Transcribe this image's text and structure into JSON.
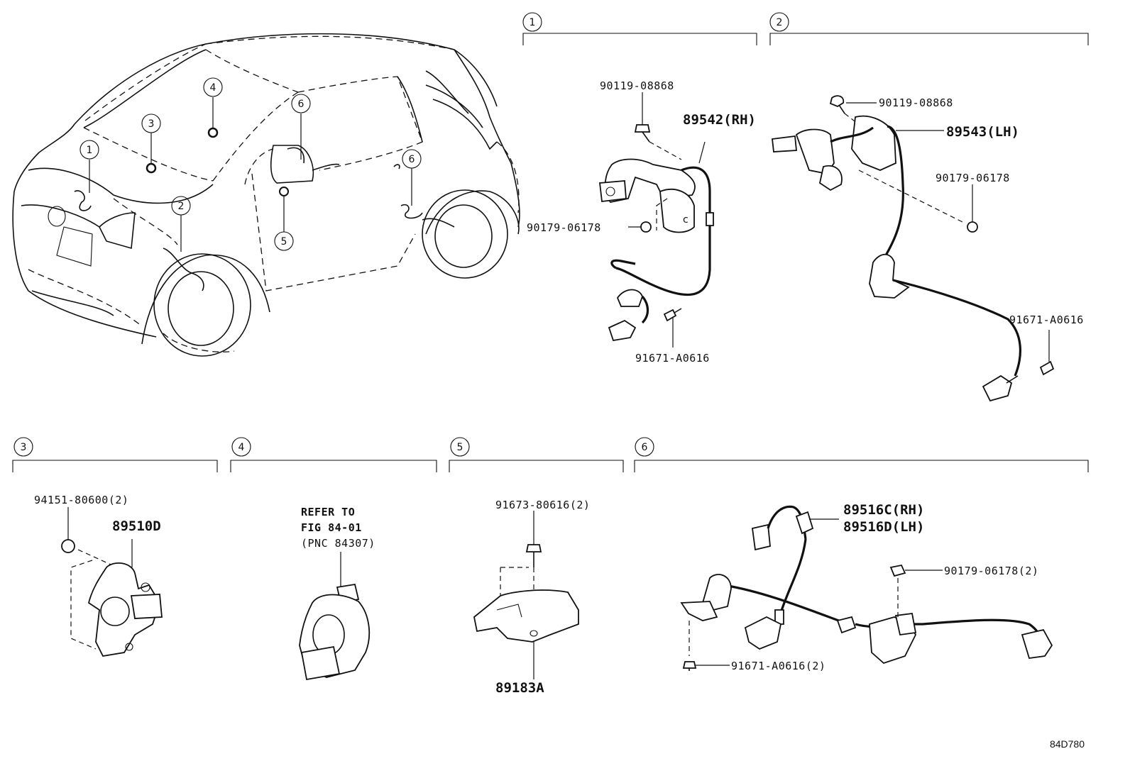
{
  "sections": [
    {
      "id": "1",
      "parts": [
        "90119-08868",
        "89542(RH)",
        "90179-06178",
        "91671-A0616"
      ]
    },
    {
      "id": "2",
      "parts": [
        "90119-08868",
        "89543(LH)",
        "90179-06178",
        "91671-A0616"
      ]
    },
    {
      "id": "3",
      "parts": [
        "94151-80600(2)",
        "89510D"
      ]
    },
    {
      "id": "4",
      "refer": [
        "REFER TO",
        "FIG 84-01",
        "(PNC 84307)"
      ]
    },
    {
      "id": "5",
      "parts": [
        "91673-80616(2)",
        "89183A"
      ]
    },
    {
      "id": "6",
      "parts": [
        "89516C(RH)",
        "89516D(LH)",
        "90179-06178(2)",
        "91671-A0616(2)"
      ]
    }
  ],
  "car_callouts": [
    "1",
    "2",
    "3",
    "4",
    "5",
    "6",
    "6"
  ],
  "figure_code": "84D780"
}
